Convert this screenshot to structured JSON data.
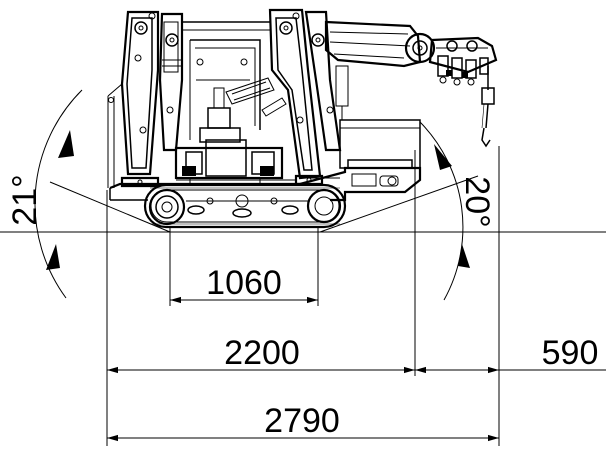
{
  "dimensions": {
    "track_length": "1060",
    "machine_length": "2200",
    "boom_overhang": "590",
    "overall_length": "2790"
  },
  "angles": {
    "left_slope": "21°",
    "right_slope": "20°"
  },
  "colors": {
    "line": "#000000",
    "background": "#ffffff"
  }
}
